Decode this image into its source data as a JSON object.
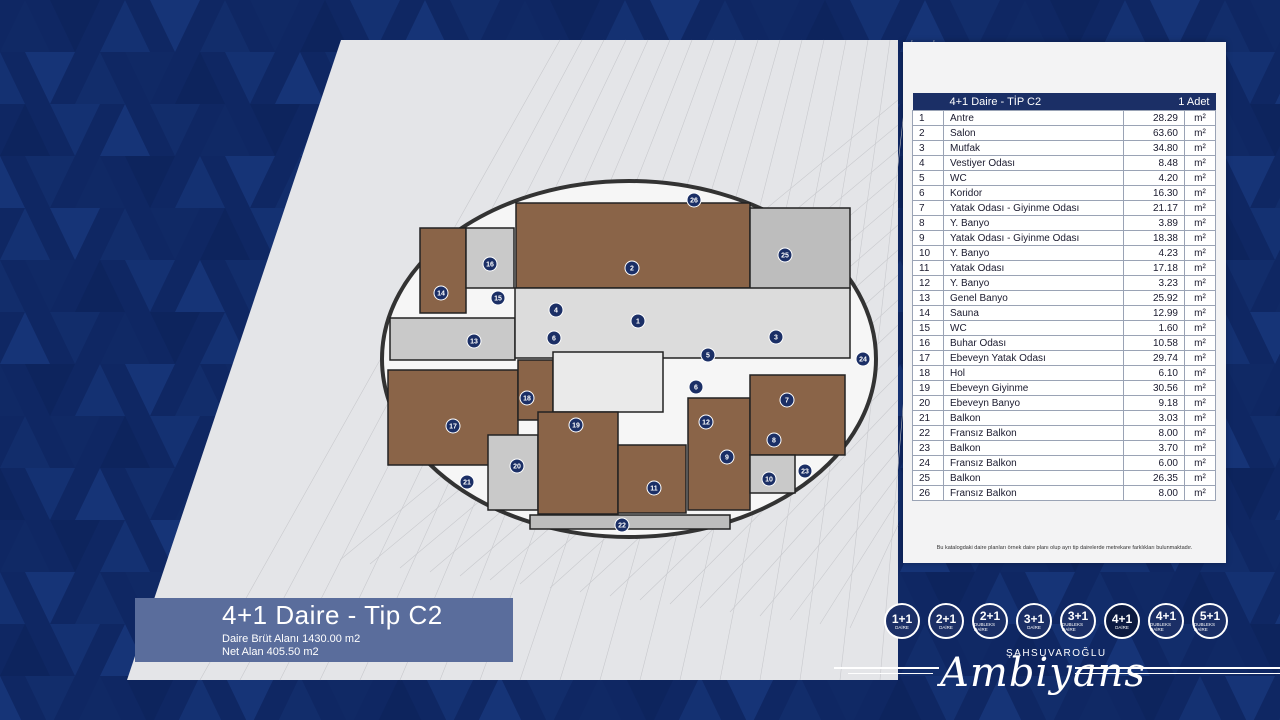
{
  "table": {
    "header_title": "4+1 Daire - TİP C2",
    "header_count": "1 Adet",
    "rows": [
      {
        "no": "1",
        "name": "Antre",
        "area": "28.29",
        "unit": "m²"
      },
      {
        "no": "2",
        "name": "Salon",
        "area": "63.60",
        "unit": "m²"
      },
      {
        "no": "3",
        "name": "Mutfak",
        "area": "34.80",
        "unit": "m²"
      },
      {
        "no": "4",
        "name": "Vestiyer Odası",
        "area": "8.48",
        "unit": "m²"
      },
      {
        "no": "5",
        "name": "WC",
        "area": "4.20",
        "unit": "m²"
      },
      {
        "no": "6",
        "name": "Koridor",
        "area": "16.30",
        "unit": "m²"
      },
      {
        "no": "7",
        "name": "Yatak Odası - Giyinme Odası",
        "area": "21.17",
        "unit": "m²"
      },
      {
        "no": "8",
        "name": "Y. Banyo",
        "area": "3.89",
        "unit": "m²"
      },
      {
        "no": "9",
        "name": "Yatak Odası - Giyinme Odası",
        "area": "18.38",
        "unit": "m²"
      },
      {
        "no": "10",
        "name": "Y. Banyo",
        "area": "4.23",
        "unit": "m²"
      },
      {
        "no": "11",
        "name": "Yatak Odası",
        "area": "17.18",
        "unit": "m²"
      },
      {
        "no": "12",
        "name": "Y. Banyo",
        "area": "3.23",
        "unit": "m²"
      },
      {
        "no": "13",
        "name": "Genel Banyo",
        "area": "25.92",
        "unit": "m²"
      },
      {
        "no": "14",
        "name": "Sauna",
        "area": "12.99",
        "unit": "m²"
      },
      {
        "no": "15",
        "name": "WC",
        "area": "1.60",
        "unit": "m²"
      },
      {
        "no": "16",
        "name": "Buhar Odası",
        "area": "10.58",
        "unit": "m²"
      },
      {
        "no": "17",
        "name": "Ebeveyn Yatak Odası",
        "area": "29.74",
        "unit": "m²"
      },
      {
        "no": "18",
        "name": "Hol",
        "area": "6.10",
        "unit": "m²"
      },
      {
        "no": "19",
        "name": "Ebeveyn Giyinme",
        "area": "30.56",
        "unit": "m²"
      },
      {
        "no": "20",
        "name": "Ebeveyn Banyo",
        "area": "9.18",
        "unit": "m²"
      },
      {
        "no": "21",
        "name": "Balkon",
        "area": "3.03",
        "unit": "m²"
      },
      {
        "no": "22",
        "name": "Fransız Balkon",
        "area": "8.00",
        "unit": "m²"
      },
      {
        "no": "23",
        "name": "Balkon",
        "area": "3.70",
        "unit": "m²"
      },
      {
        "no": "24",
        "name": "Fransız Balkon",
        "area": "6.00",
        "unit": "m²"
      },
      {
        "no": "25",
        "name": "Balkon",
        "area": "26.35",
        "unit": "m²"
      },
      {
        "no": "26",
        "name": "Fransız Balkon",
        "area": "8.00",
        "unit": "m²"
      }
    ],
    "note": "Bu katalogdaki daire planları örnek daire planı olup ayrı tip dairelerde metrekare farklıkları bulunmaktadır."
  },
  "title": {
    "main": "4+1 Daire - Tip C2",
    "gross": "Daire Brüt Alanı 1430.00 m2",
    "net": "Net Alan 405.50 m2"
  },
  "badges": [
    {
      "top": "1+1",
      "sub": "DAİRE"
    },
    {
      "top": "2+1",
      "sub": "DAİRE"
    },
    {
      "top": "2+1",
      "sub": "DUBLEKS DAİRE"
    },
    {
      "top": "3+1",
      "sub": "DAİRE"
    },
    {
      "top": "3+1",
      "sub": "DUBLEKS DAİRE"
    },
    {
      "top": "4+1",
      "sub": "DAİRE",
      "active": true
    },
    {
      "top": "4+1",
      "sub": "DUBLEKS DAİRE"
    },
    {
      "top": "5+1",
      "sub": "DUBLEKS DAİRE"
    }
  ],
  "brand": {
    "small": "ŞAHSUVAROĞLU",
    "big": "Ambiyans"
  },
  "plan_labels": [
    "1",
    "2",
    "3",
    "4",
    "5",
    "6",
    "6",
    "7",
    "8",
    "9",
    "10",
    "11",
    "12",
    "13",
    "14",
    "15",
    "16",
    "17",
    "18",
    "19",
    "20",
    "21",
    "22",
    "23",
    "24",
    "25",
    "26"
  ],
  "colors": {
    "navy": "#1b2f66",
    "dark": "#0f2763",
    "panel": "#e4e5e8",
    "wood": "#8a6448"
  }
}
